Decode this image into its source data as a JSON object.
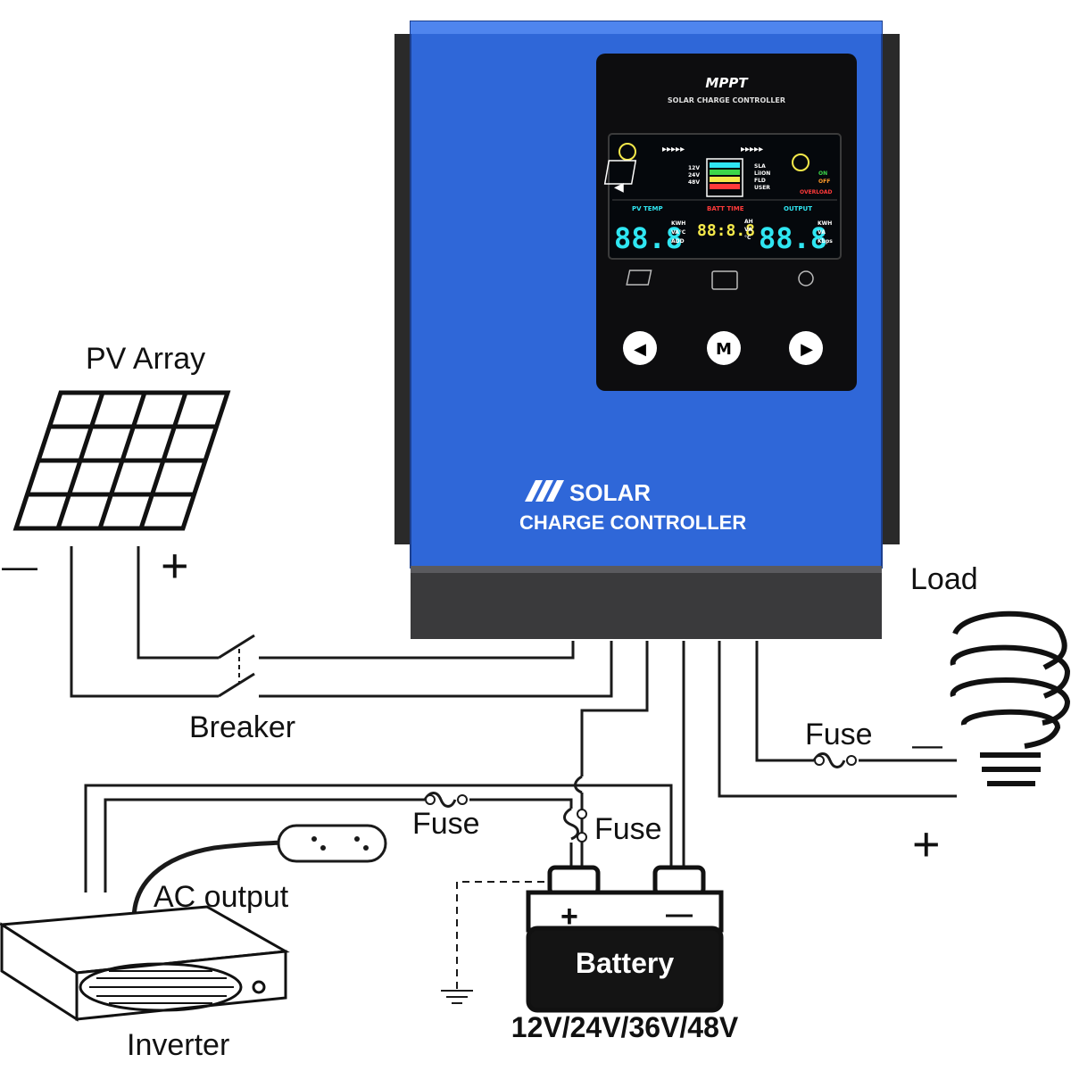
{
  "labels": {
    "pv_array": "PV Array",
    "pv_minus": "—",
    "pv_plus": "+",
    "breaker": "Breaker",
    "load": "Load",
    "fuse_load": "Fuse",
    "load_minus": "—",
    "load_plus": "+",
    "fuse_inverter": "Fuse",
    "fuse_battery": "Fuse",
    "ac_output": "AC output",
    "inverter": "Inverter",
    "battery": "Battery",
    "battery_plus": "+",
    "battery_minus": "—",
    "voltages": "12V/24V/36V/48V"
  },
  "controller": {
    "brand_line1": "SOLAR",
    "brand_line2": "CHARGE CONTROLLER",
    "panel_title": "MPPT",
    "panel_subtitle": "SOLAR CHARGE CONTROLLER",
    "body_color": "#2f67d8",
    "panel_color": "#0d0d0f",
    "lcd": {
      "pv_temp_label": "PV TEMP",
      "batt_time_label": "BATT TIME",
      "output_label": "OUTPUT",
      "pv_value": "88.8",
      "batt_value": "88:8.8",
      "output_value": "88.8",
      "pv_units": [
        "KWH",
        "VA°C",
        "ADD"
      ],
      "batt_units": [
        "AH",
        "VA",
        "°C"
      ],
      "output_units": [
        "KWH",
        "VA",
        "Kbps"
      ],
      "volt_tags": [
        "12V",
        "24V",
        "48V"
      ],
      "batt_types": [
        "SLA",
        "LiION",
        "FLD",
        "USER"
      ],
      "status_on": "ON",
      "status_off": "OFF",
      "overload": "OVERLOAD"
    },
    "buttons": {
      "left": "◀",
      "menu": "M",
      "right": "▶"
    }
  },
  "colors": {
    "lcd_cyan": "#2fe6f2",
    "lcd_yellow": "#f5e94a",
    "lcd_red": "#ff3a3a",
    "lcd_green": "#3cd64a"
  }
}
